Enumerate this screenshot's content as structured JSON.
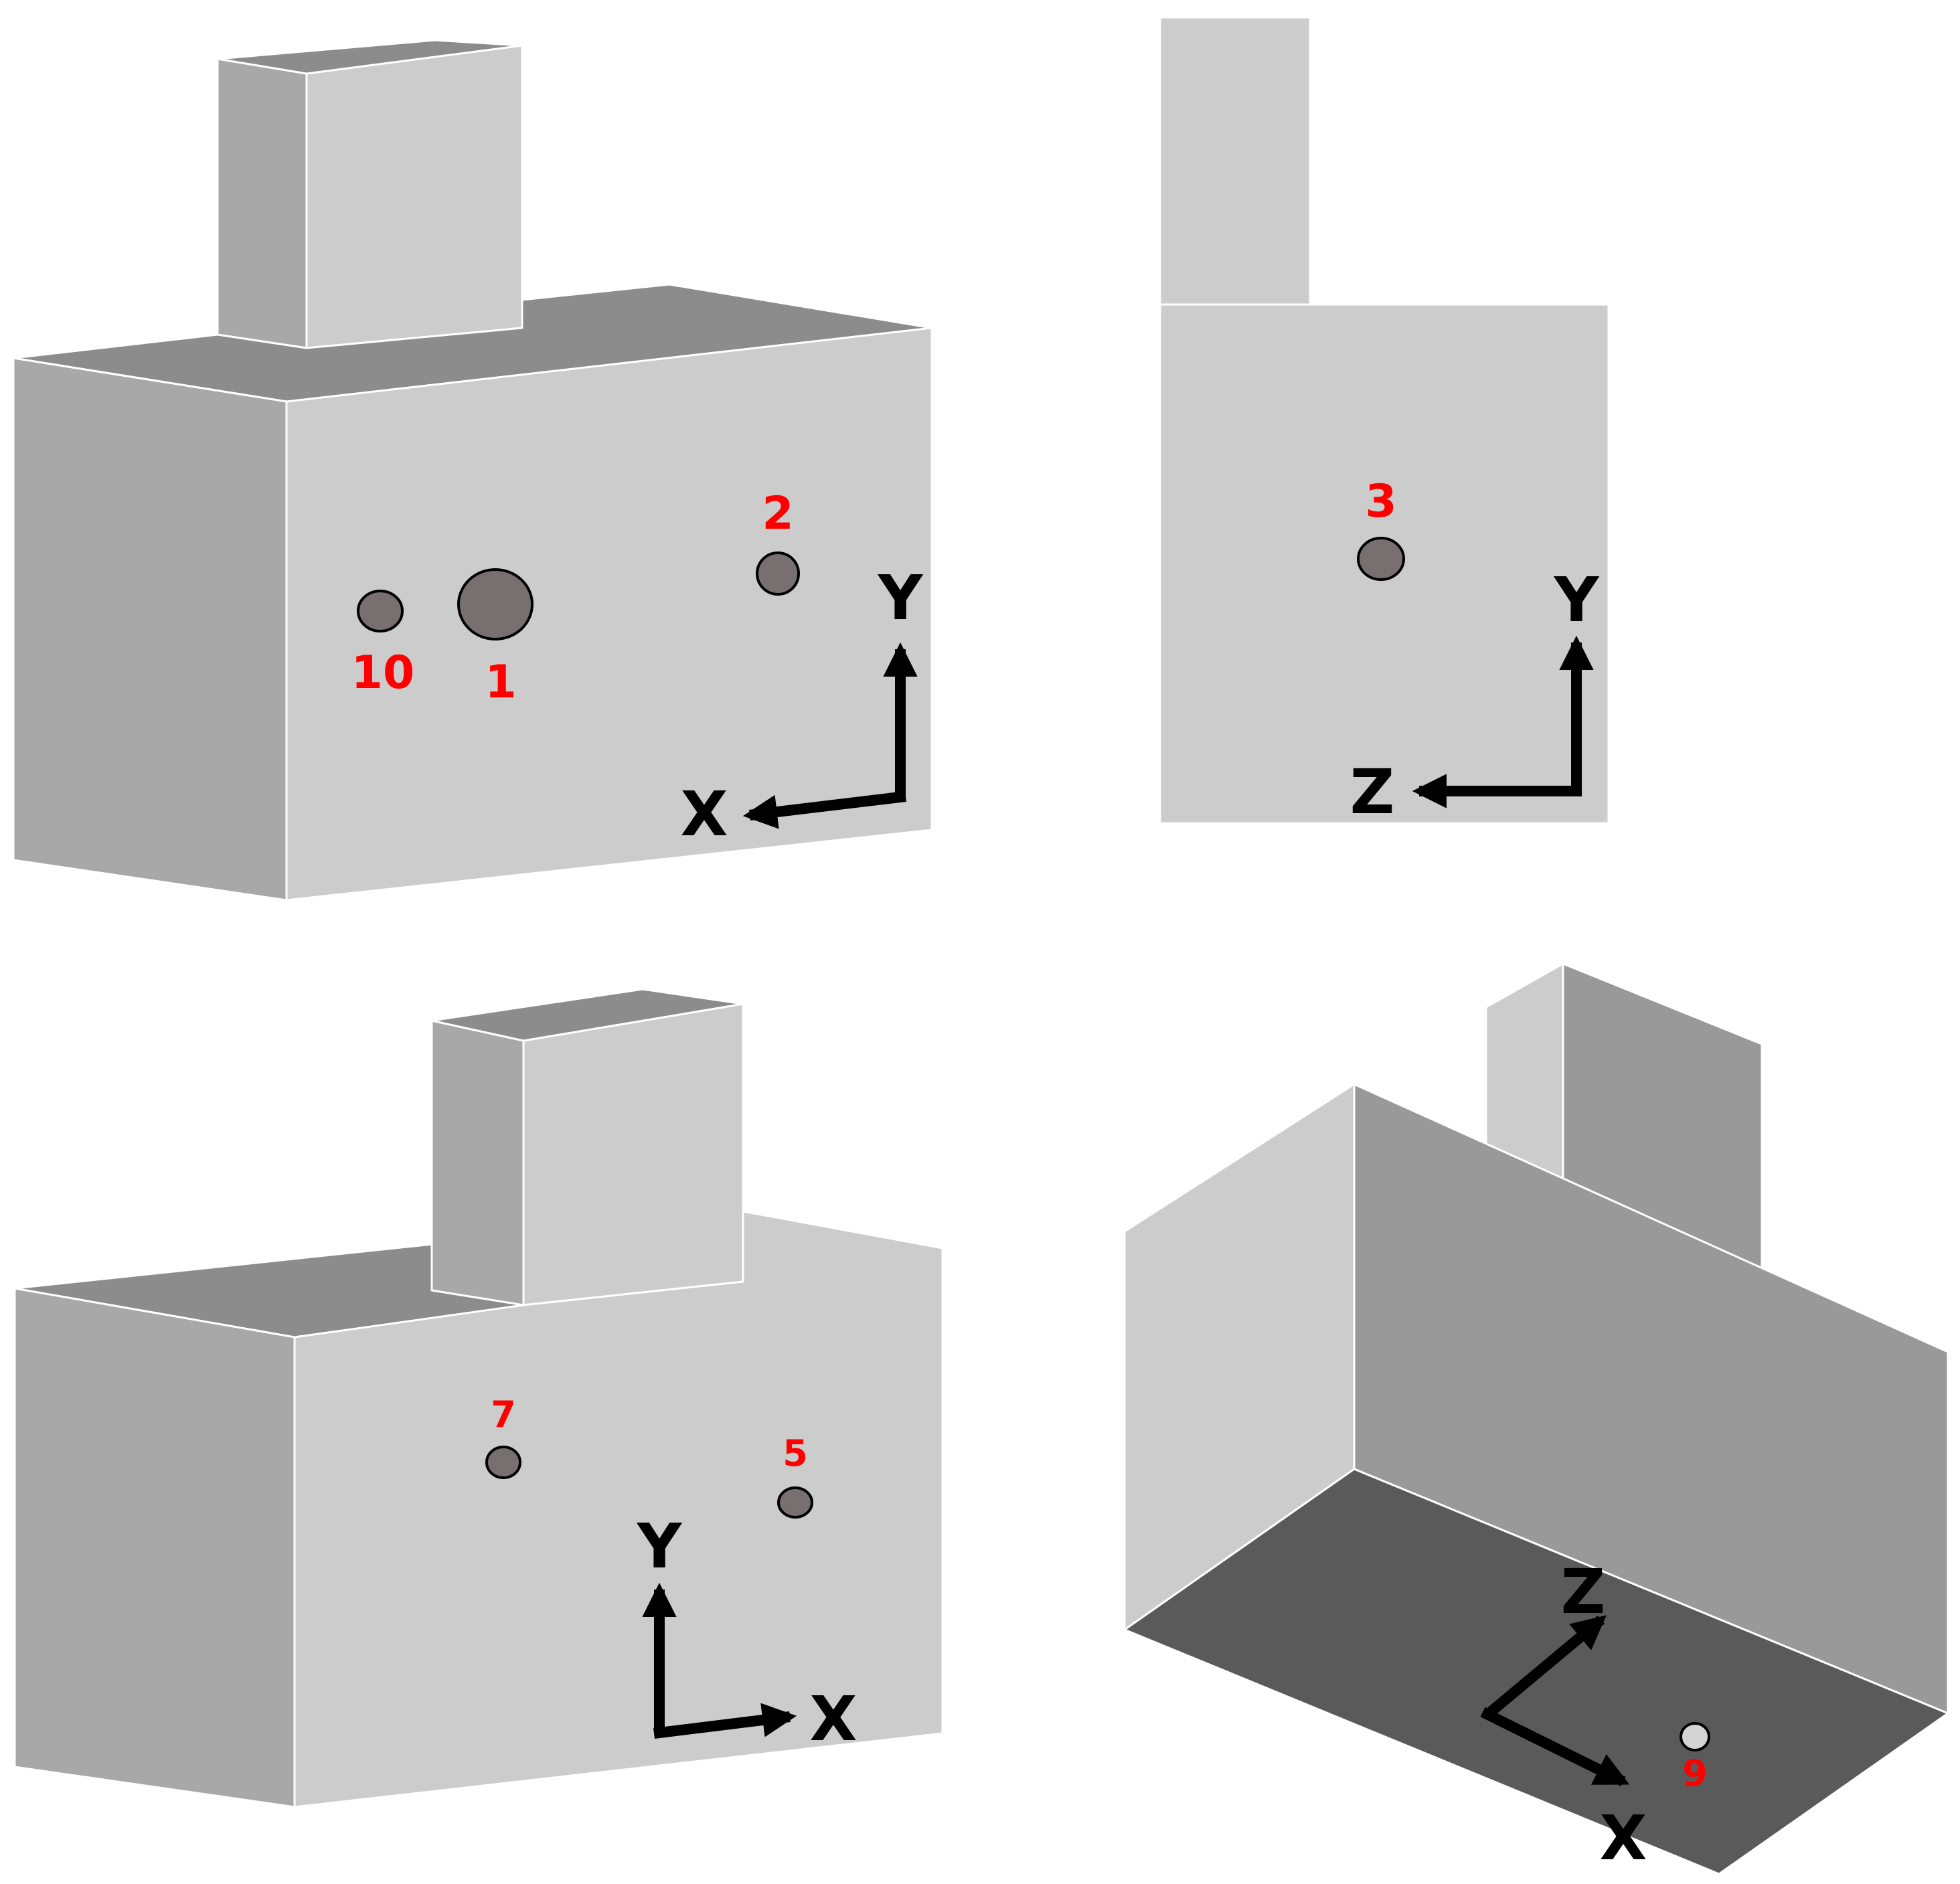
{
  "views": {
    "top_left": {
      "holes": [
        "10",
        "1",
        "2"
      ],
      "axes": {
        "vertical": "Y",
        "horizontal": "X"
      }
    },
    "top_right": {
      "holes": [
        "3"
      ],
      "axes": {
        "vertical": "Y",
        "horizontal": "Z"
      }
    },
    "bottom_left": {
      "holes": [
        "7",
        "5"
      ],
      "axes": {
        "vertical": "Y",
        "horizontal": "X"
      }
    },
    "bottom_right": {
      "holes": [
        "9"
      ],
      "axes": {
        "first": "Z",
        "second": "X"
      }
    }
  },
  "colors": {
    "face_light": "#cccccc",
    "face_mid": "#a8a8a8",
    "face_top": "#8c8c8c",
    "face_side": "#999999",
    "face_dark": "#5a5a5a",
    "hole_fill": "#787070",
    "hole_fill_light": "#d4d4d4",
    "label_red": "#ff0000",
    "axis_black": "#000000"
  }
}
